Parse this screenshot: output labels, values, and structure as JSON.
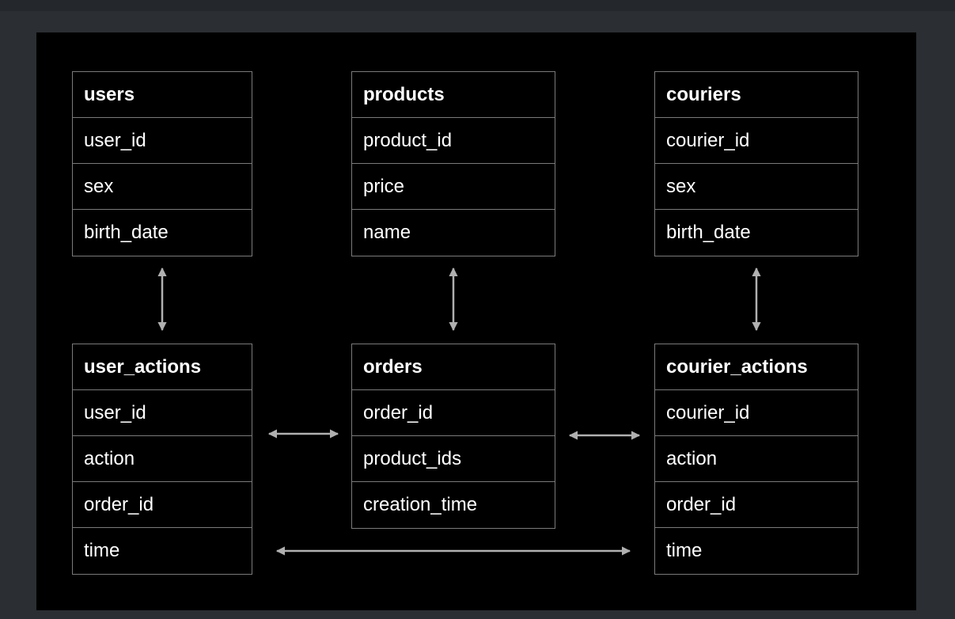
{
  "tables": {
    "users": {
      "title": "users",
      "fields": [
        "user_id",
        "sex",
        "birth_date"
      ]
    },
    "products": {
      "title": "products",
      "fields": [
        "product_id",
        "price",
        "name"
      ]
    },
    "couriers": {
      "title": "couriers",
      "fields": [
        "courier_id",
        "sex",
        "birth_date"
      ]
    },
    "user_actions": {
      "title": "user_actions",
      "fields": [
        "user_id",
        "action",
        "order_id",
        "time"
      ]
    },
    "orders": {
      "title": "orders",
      "fields": [
        "order_id",
        "product_ids",
        "creation_time"
      ]
    },
    "courier_actions": {
      "title": "courier_actions",
      "fields": [
        "courier_id",
        "action",
        "order_id",
        "time"
      ]
    }
  },
  "colors": {
    "background": "#000000",
    "border": "#7a7a7a",
    "text": "#ffffff",
    "arrow": "#b0b0b0"
  }
}
